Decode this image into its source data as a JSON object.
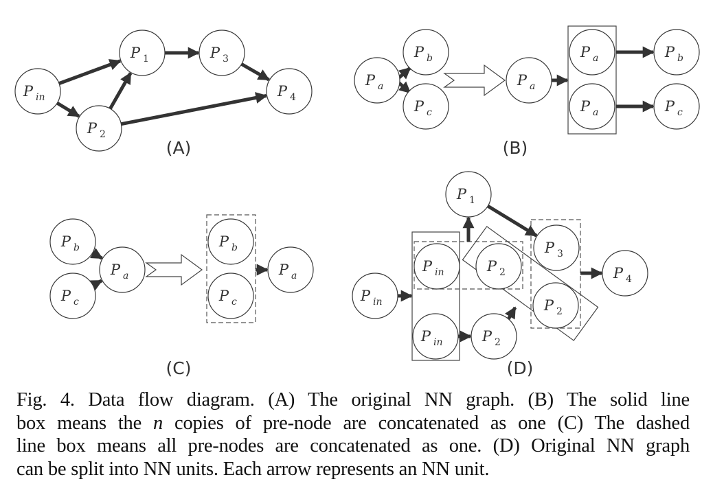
{
  "figure": {
    "panels": [
      {
        "id": "A",
        "label": "(A)",
        "nodes": [
          {
            "id": "A-pin",
            "base": "P",
            "sub": "in",
            "sub_italic": true
          },
          {
            "id": "A-p1",
            "base": "P",
            "sub": "1"
          },
          {
            "id": "A-p2",
            "base": "P",
            "sub": "2"
          },
          {
            "id": "A-p3",
            "base": "P",
            "sub": "3"
          },
          {
            "id": "A-p4",
            "base": "P",
            "sub": "4"
          }
        ],
        "edges": [
          {
            "from": "A-pin",
            "to": "A-p1"
          },
          {
            "from": "A-pin",
            "to": "A-p2"
          },
          {
            "from": "A-p2",
            "to": "A-p1"
          },
          {
            "from": "A-p1",
            "to": "A-p3"
          },
          {
            "from": "A-p3",
            "to": "A-p4"
          },
          {
            "from": "A-p2",
            "to": "A-p4"
          }
        ]
      },
      {
        "id": "B",
        "label": "(B)",
        "nodes": [
          {
            "id": "B-pa",
            "base": "P",
            "sub": "a",
            "sub_italic": true
          },
          {
            "id": "B-pb",
            "base": "P",
            "sub": "b",
            "sub_italic": true
          },
          {
            "id": "B-pc",
            "base": "P",
            "sub": "c",
            "sub_italic": true
          },
          {
            "id": "B-pa2",
            "base": "P",
            "sub": "a",
            "sub_italic": true
          },
          {
            "id": "B-box-pa1",
            "base": "P",
            "sub": "a",
            "sub_italic": true
          },
          {
            "id": "B-box-pa2",
            "base": "P",
            "sub": "a",
            "sub_italic": true
          },
          {
            "id": "B-pb2",
            "base": "P",
            "sub": "b",
            "sub_italic": true
          },
          {
            "id": "B-pc2",
            "base": "P",
            "sub": "c",
            "sub_italic": true
          }
        ],
        "boxes": [
          {
            "id": "B-copies-box",
            "style": "solid",
            "contains": [
              "B-box-pa1",
              "B-box-pa2"
            ]
          }
        ]
      },
      {
        "id": "C",
        "label": "(C)",
        "nodes": [
          {
            "id": "C-pb",
            "base": "P",
            "sub": "b",
            "sub_italic": true
          },
          {
            "id": "C-pc",
            "base": "P",
            "sub": "c",
            "sub_italic": true
          },
          {
            "id": "C-pa",
            "base": "P",
            "sub": "a",
            "sub_italic": true
          },
          {
            "id": "C-box-pb",
            "base": "P",
            "sub": "b",
            "sub_italic": true
          },
          {
            "id": "C-box-pc",
            "base": "P",
            "sub": "c",
            "sub_italic": true
          },
          {
            "id": "C-pa2",
            "base": "P",
            "sub": "a",
            "sub_italic": true
          }
        ],
        "boxes": [
          {
            "id": "C-concat-box",
            "style": "dashed",
            "contains": [
              "C-box-pb",
              "C-box-pc"
            ]
          }
        ]
      },
      {
        "id": "D",
        "label": "(D)",
        "nodes": [
          {
            "id": "D-p1",
            "base": "P",
            "sub": "1"
          },
          {
            "id": "D-pin",
            "base": "P",
            "sub": "in",
            "sub_italic": true
          },
          {
            "id": "D-pin-top",
            "base": "P",
            "sub": "in",
            "sub_italic": true
          },
          {
            "id": "D-pin-bot",
            "base": "P",
            "sub": "in",
            "sub_italic": true
          },
          {
            "id": "D-p2-top",
            "base": "P",
            "sub": "2"
          },
          {
            "id": "D-p2-bot",
            "base": "P",
            "sub": "2"
          },
          {
            "id": "D-p3",
            "base": "P",
            "sub": "3"
          },
          {
            "id": "D-p2-right",
            "base": "P",
            "sub": "2"
          },
          {
            "id": "D-p4",
            "base": "P",
            "sub": "4"
          }
        ]
      }
    ],
    "caption": {
      "lines": [
        "Fig. 4.  Data flow diagram. (A) The original NN graph. (B) The solid line",
        "box means the __n__ copies of pre-node are concatenated as one (C) The dashed",
        "line box means all pre-nodes are concatenated as one. (D) Original NN graph",
        "can be split into NN units. Each arrow represents an NN unit."
      ],
      "math_symbol": "n"
    }
  }
}
